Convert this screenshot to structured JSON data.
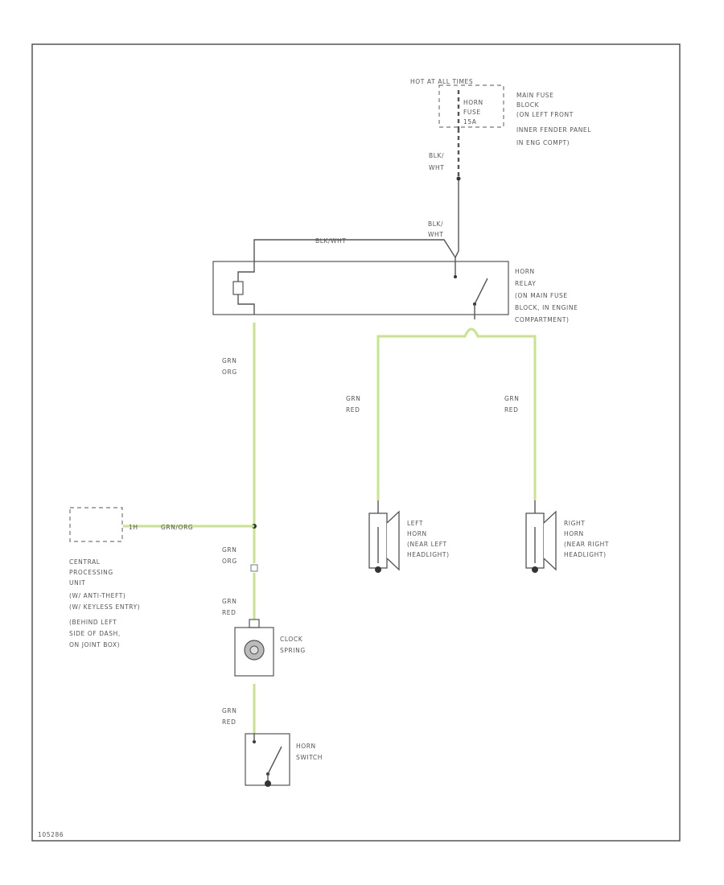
{
  "fuse_block": {
    "hot_label": "HOT AT ALL TIMES",
    "fuse_lines": [
      "HORN",
      "FUSE",
      "15A"
    ],
    "desc_lines": [
      "MAIN FUSE",
      "BLOCK",
      "(ON LEFT FRONT",
      "INNER FENDER PANEL",
      "IN ENG COMPT)"
    ]
  },
  "wire_blk_wht_top": [
    "BLK/",
    "WHT"
  ],
  "wire_blk_wht_mid": [
    "BLK/",
    "WHT"
  ],
  "wire_blk_wht_horiz": "BLK/WHT",
  "horn_relay": {
    "desc_lines": [
      "HORN",
      "RELAY",
      "(ON MAIN FUSE",
      "BLOCK, IN ENGINE",
      "COMPARTMENT)"
    ]
  },
  "wire_grn_org_1": [
    "GRN",
    "ORG"
  ],
  "wire_grn_red_left": [
    "GRN",
    "RED"
  ],
  "wire_grn_red_right": [
    "GRN",
    "RED"
  ],
  "left_horn": {
    "desc_lines": [
      "LEFT",
      "HORN",
      "(NEAR LEFT",
      "HEADLIGHT)"
    ]
  },
  "right_horn": {
    "desc_lines": [
      "RIGHT",
      "HORN",
      "(NEAR RIGHT",
      "HEADLIGHT)"
    ]
  },
  "cpu": {
    "pin_label": "1H",
    "wire_label": "GRN/ORG",
    "desc_lines": [
      "CENTRAL",
      "PROCESSING",
      "UNIT",
      "(W/ ANTI-THEFT)",
      "(W/ KEYLESS ENTRY)",
      "(BEHIND LEFT",
      "SIDE OF DASH,",
      "ON JOINT BOX)"
    ]
  },
  "wire_grn_org_2": [
    "GRN",
    "ORG"
  ],
  "wire_grn_red_3": [
    "GRN",
    "RED"
  ],
  "clock_spring": {
    "desc_lines": [
      "CLOCK",
      "SPRING"
    ]
  },
  "wire_grn_red_4": [
    "GRN",
    "RED"
  ],
  "horn_switch": {
    "desc_lines": [
      "HORN",
      "SWITCH"
    ]
  },
  "figure_code": "105286"
}
